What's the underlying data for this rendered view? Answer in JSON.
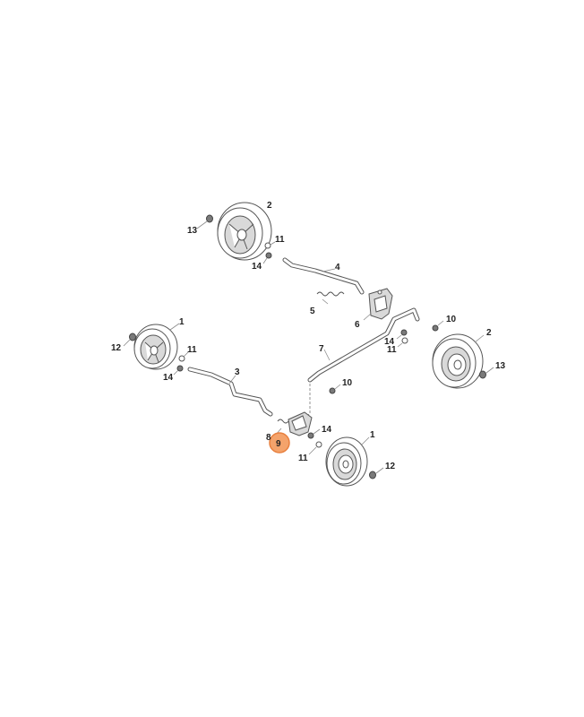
{
  "diagram": {
    "callouts": [
      "13",
      "2",
      "11",
      "14",
      "4",
      "5",
      "6",
      "1",
      "12",
      "11",
      "14",
      "3",
      "7",
      "10",
      "14",
      "11",
      "2",
      "13",
      "10",
      "8",
      "9",
      "14",
      "11",
      "1",
      "12"
    ],
    "highlighted_callout": "9",
    "highlight_color": "#f4a36b",
    "highlight_stroke": "#e8803f"
  }
}
